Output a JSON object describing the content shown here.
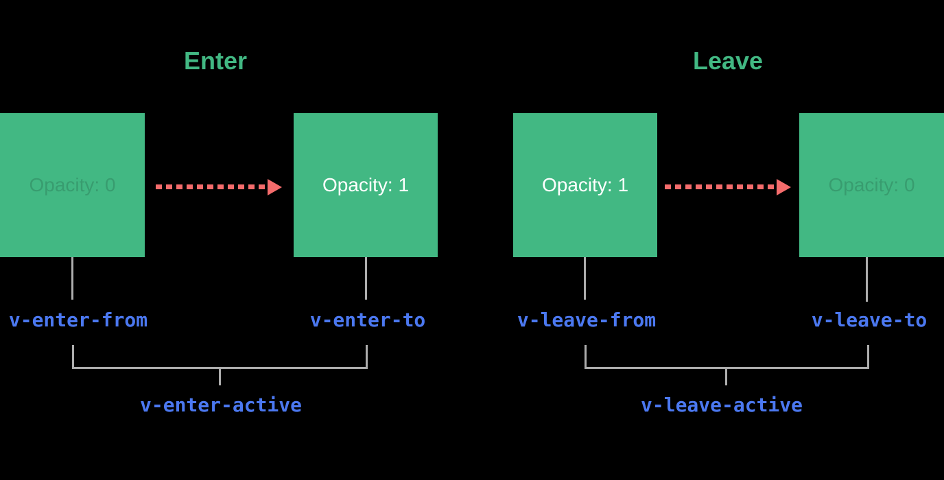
{
  "colors": {
    "background": "#000000",
    "green": "#42b883",
    "label_blue": "#4b78f0",
    "arrow_red": "#f56c6c",
    "connector_gray": "#adadad",
    "box_text_white": "#ffffff"
  },
  "enter": {
    "title": "Enter",
    "from_box_label": "Opacity: 0",
    "to_box_label": "Opacity: 1",
    "from_class": "v-enter-from",
    "to_class": "v-enter-to",
    "active_class": "v-enter-active"
  },
  "leave": {
    "title": "Leave",
    "from_box_label": "Opacity: 1",
    "to_box_label": "Opacity: 0",
    "from_class": "v-leave-from",
    "to_class": "v-leave-to",
    "active_class": "v-leave-active"
  }
}
